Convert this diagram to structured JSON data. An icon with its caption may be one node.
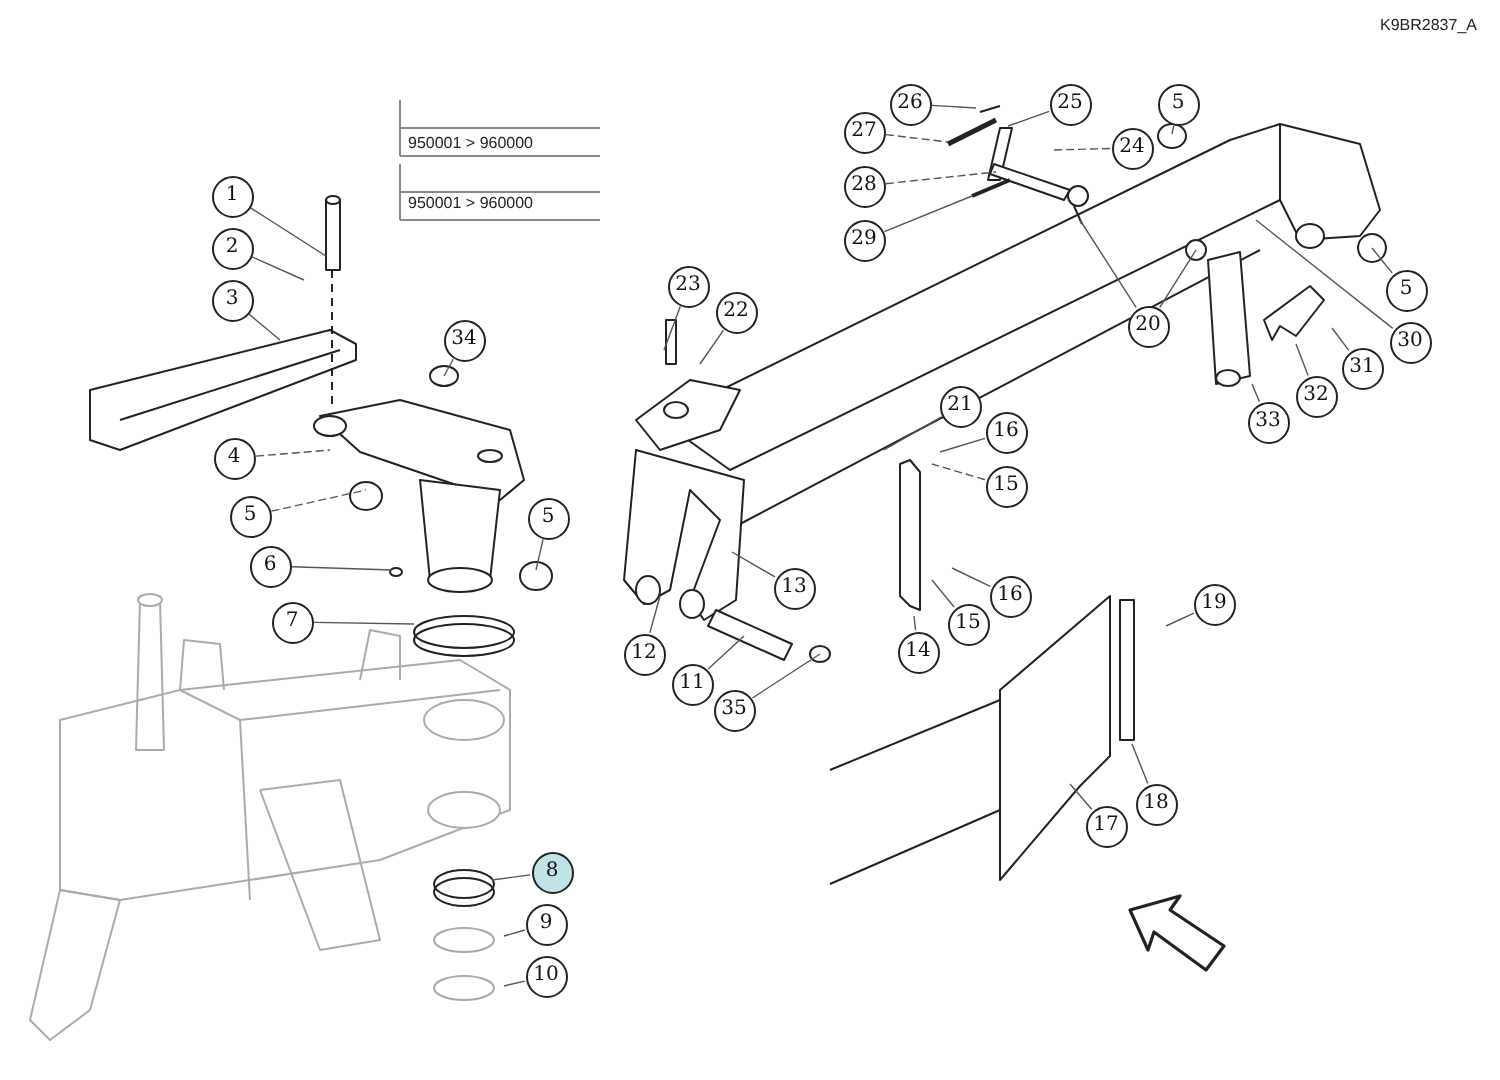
{
  "diagram": {
    "nodes": [
      {
        "text": [
          "1"
        ]
      },
      {
        "text": [
          "2"
        ]
      },
      {
        "text": [
          "3"
        ]
      },
      {
        "text": [
          "34"
        ]
      },
      {
        "text": [
          "4"
        ]
      },
      {
        "text": [
          "5"
        ]
      },
      {
        "text": [
          "6"
        ]
      },
      {
        "text": [
          "7"
        ]
      },
      {
        "text": [
          "5"
        ]
      },
      {
        "text": [
          "23"
        ]
      },
      {
        "text": [
          "22"
        ]
      },
      {
        "text": [
          "21"
        ]
      },
      {
        "text": [
          "16"
        ]
      },
      {
        "text": [
          "15"
        ]
      },
      {
        "text": [
          "13"
        ]
      },
      {
        "text": [
          "12"
        ]
      },
      {
        "text": [
          "11"
        ]
      },
      {
        "text": [
          "35"
        ]
      },
      {
        "text": [
          "14"
        ]
      },
      {
        "text": [
          "16"
        ]
      },
      {
        "text": [
          "15"
        ]
      },
      {
        "text": [
          "19"
        ]
      },
      {
        "text": [
          "18"
        ]
      },
      {
        "text": [
          "17"
        ]
      },
      {
        "text": [
          "8"
        ]
      },
      {
        "text": [
          "9"
        ]
      },
      {
        "text": [
          "10"
        ]
      },
      {
        "text": [
          "26"
        ]
      },
      {
        "text": [
          "25"
        ]
      },
      {
        "text": [
          "5"
        ]
      },
      {
        "text": [
          "27"
        ]
      },
      {
        "text": [
          "24"
        ]
      },
      {
        "text": [
          "28"
        ]
      },
      {
        "text": [
          "29"
        ]
      },
      {
        "text": [
          "20"
        ]
      },
      {
        "text": [
          "5"
        ]
      },
      {
        "text": [
          "30"
        ]
      },
      {
        "text": [
          "31"
        ]
      },
      {
        "text": [
          "32"
        ]
      },
      {
        "text": [
          "33"
        ]
      }
    ],
    "edges": [
      {
        "from": 0,
        "to": null,
        "arrow": "none"
      },
      {
        "from": 1,
        "to": null,
        "arrow": "none"
      },
      {
        "from": 2,
        "to": null,
        "arrow": "none"
      },
      {
        "from": 3,
        "to": null,
        "arrow": "none"
      },
      {
        "from": 4,
        "to": null,
        "arrow": "none",
        "style": "dashed"
      },
      {
        "from": 5,
        "to": null,
        "arrow": "none",
        "style": "dashed"
      },
      {
        "from": 6,
        "to": null,
        "arrow": "none"
      },
      {
        "from": 7,
        "to": null,
        "arrow": "none"
      },
      {
        "from": 8,
        "to": null,
        "arrow": "none"
      },
      {
        "from": 9,
        "to": null,
        "arrow": "none"
      },
      {
        "from": 10,
        "to": null,
        "arrow": "none"
      },
      {
        "from": 11,
        "to": null,
        "arrow": "none"
      },
      {
        "from": 12,
        "to": null,
        "arrow": "none"
      },
      {
        "from": 13,
        "to": null,
        "arrow": "none",
        "style": "dashed"
      },
      {
        "from": 14,
        "to": null,
        "arrow": "none"
      },
      {
        "from": 15,
        "to": null,
        "arrow": "none"
      },
      {
        "from": 16,
        "to": null,
        "arrow": "none"
      },
      {
        "from": 17,
        "to": null,
        "arrow": "none"
      },
      {
        "from": 18,
        "to": null,
        "arrow": "none"
      },
      {
        "from": 19,
        "to": null,
        "arrow": "none"
      },
      {
        "from": 20,
        "to": null,
        "arrow": "none"
      },
      {
        "from": 21,
        "to": null,
        "arrow": "none"
      },
      {
        "from": 22,
        "to": null,
        "arrow": "none"
      },
      {
        "from": 23,
        "to": null,
        "arrow": "none"
      },
      {
        "from": 24,
        "to": null,
        "arrow": "none"
      },
      {
        "from": 25,
        "to": null,
        "arrow": "none"
      },
      {
        "from": 26,
        "to": null,
        "arrow": "none"
      },
      {
        "from": 27,
        "to": null,
        "arrow": "none"
      },
      {
        "from": 28,
        "to": null,
        "arrow": "none"
      },
      {
        "from": 29,
        "to": null,
        "arrow": "none"
      },
      {
        "from": 30,
        "to": null,
        "arrow": "none",
        "style": "dashed"
      },
      {
        "from": 31,
        "to": null,
        "arrow": "none",
        "style": "dashed"
      },
      {
        "from": 32,
        "to": null,
        "arrow": "none",
        "style": "dashed"
      },
      {
        "from": 33,
        "to": null,
        "arrow": "none"
      },
      {
        "from": 34,
        "to": null,
        "arrow": "none"
      },
      {
        "from": 34,
        "to": null,
        "arrow": "none"
      },
      {
        "from": 35,
        "to": null,
        "arrow": "none"
      },
      {
        "from": 36,
        "to": null,
        "arrow": "none"
      },
      {
        "from": 37,
        "to": null,
        "arrow": "none"
      },
      {
        "from": 38,
        "to": null,
        "arrow": "none"
      },
      {
        "from": 39,
        "to": null,
        "arrow": "none"
      }
    ],
    "labels": [
      "K9BR2837_A",
      "950001 > 960000",
      "950001 > 960000"
    ]
  }
}
